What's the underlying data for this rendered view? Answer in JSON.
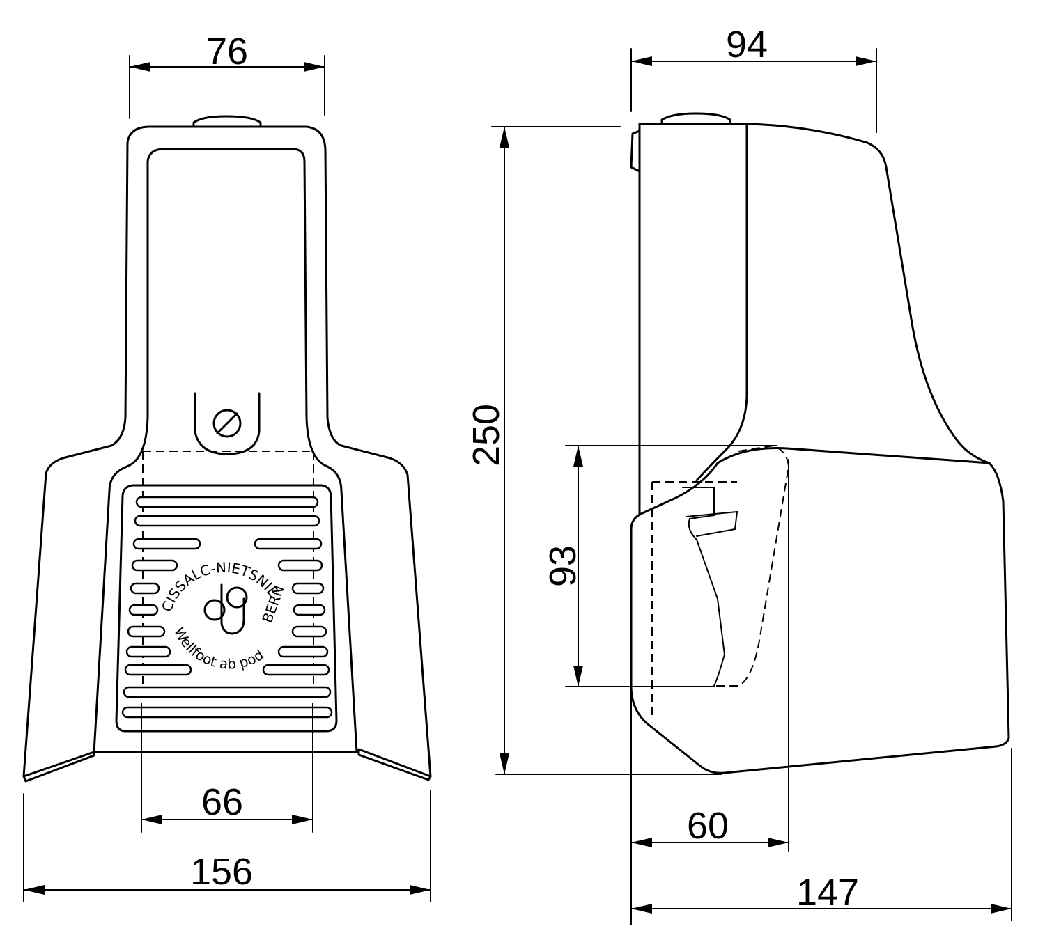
{
  "front_view": {
    "dimensions": {
      "top_width": "76",
      "tread_width": "66",
      "base_width": "156"
    },
    "logo": {
      "ring_top": "CISSALC-NIETSNIE",
      "ring_right": "BERN",
      "ring_bottom": "Wellfoot ab pod"
    }
  },
  "side_view": {
    "dimensions": {
      "top_depth": "94",
      "height": "250",
      "tread_height": "93",
      "tread_depth": "60",
      "base_depth": "147"
    }
  }
}
